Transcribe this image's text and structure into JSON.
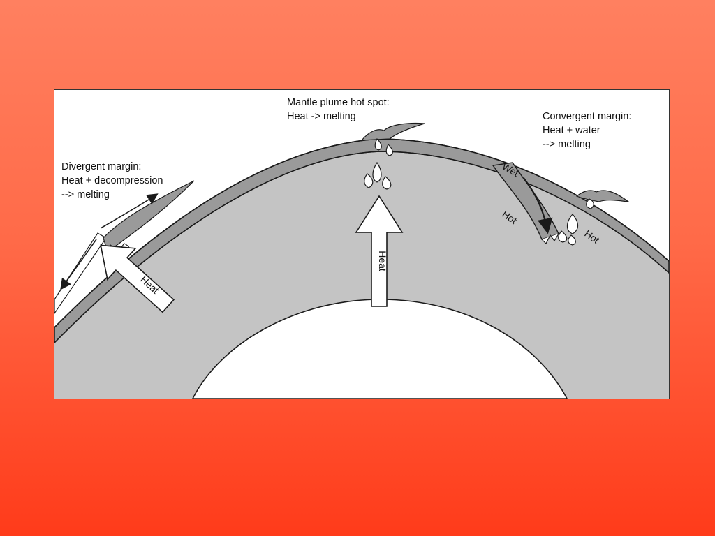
{
  "diagram": {
    "labels": {
      "divergent": {
        "line1": "Divergent margin:",
        "line2": "Heat + decompression",
        "line3": "--> melting"
      },
      "plume": {
        "line1": "Mantle plume hot spot:",
        "line2": "Heat -> melting"
      },
      "convergent": {
        "line1": "Convergent margin:",
        "line2": "Heat + water",
        "line3": "--> melting"
      }
    },
    "arrow_texts": {
      "left_heat": "Heat",
      "center_heat": "Heat",
      "wet": "Wet",
      "hot_left": "Hot",
      "hot_right": "Hot"
    },
    "colors": {
      "mantle": "#c4c4c4",
      "crust": "#9a9a9a",
      "core": "#ffffff",
      "outline": "#1a1a1a"
    }
  }
}
